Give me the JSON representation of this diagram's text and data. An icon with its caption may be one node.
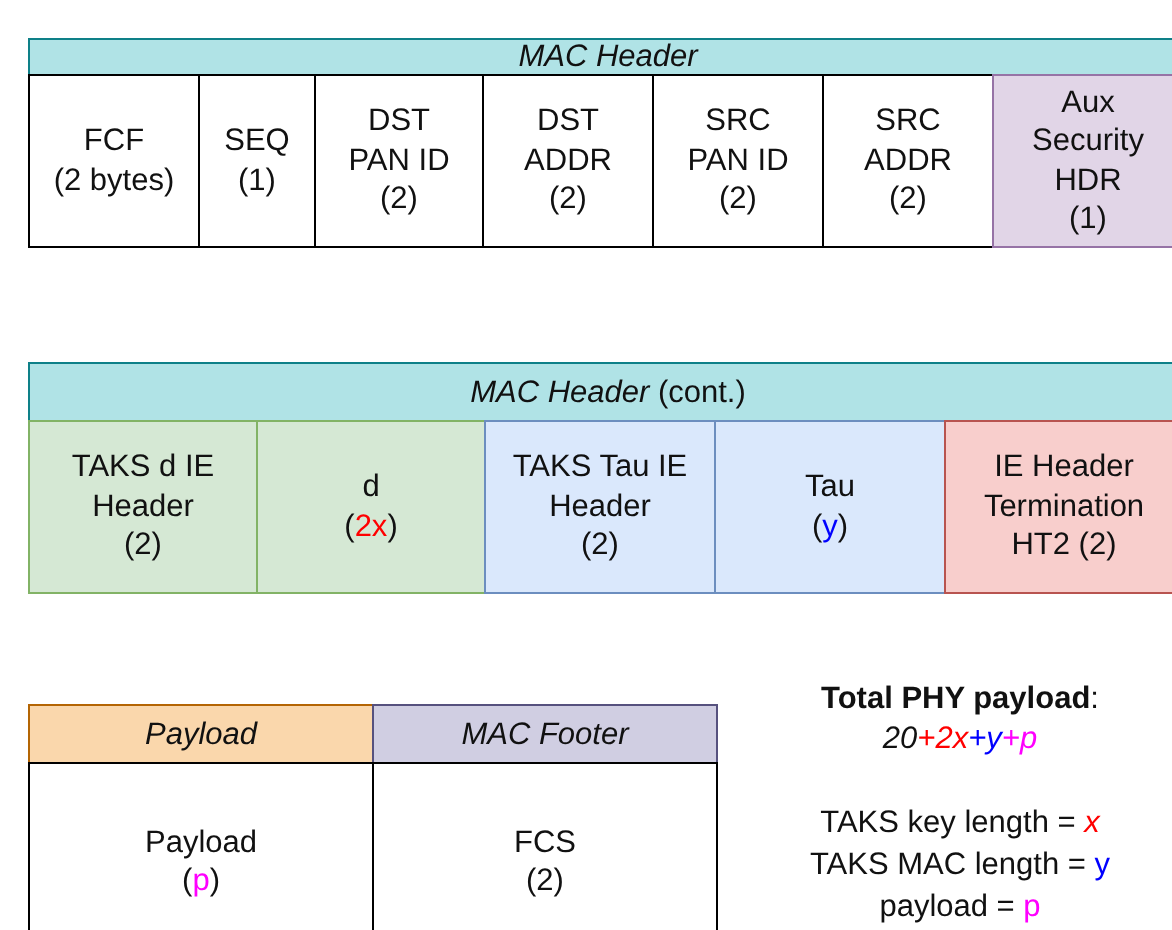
{
  "diagram": {
    "nodes": [
      {
        "text": [
          "MAC Header"
        ]
      },
      {
        "text": [
          "FCF",
          "(2 bytes)"
        ]
      },
      {
        "text": [
          "SEQ",
          "(1)"
        ]
      },
      {
        "text": [
          "DST PAN ID",
          "(2)"
        ]
      },
      {
        "text": [
          "DST ADDR",
          "(2)"
        ]
      },
      {
        "text": [
          "SRC PAN ID",
          "(2)"
        ]
      },
      {
        "text": [
          "SRC ADDR",
          "(2)"
        ]
      },
      {
        "text": [
          "Aux Security HDR",
          "(1)"
        ]
      },
      {
        "text": [
          "*MAC Header* (cont.)"
        ]
      },
      {
        "text": [
          "TAKS d IE Header",
          "(2)"
        ]
      },
      {
        "text": [
          "d",
          "(2x)"
        ]
      },
      {
        "text": [
          "TAKS Tau IE Header",
          "(2)"
        ]
      },
      {
        "text": [
          "Tau",
          "(y)"
        ]
      },
      {
        "text": [
          "IE Header Termination HT2 (2)"
        ]
      },
      {
        "text": [
          "Payload"
        ]
      },
      {
        "text": [
          "MAC Footer"
        ]
      },
      {
        "text": [
          "Payload",
          "(p)"
        ]
      },
      {
        "text": [
          "FCS",
          "(2)"
        ]
      }
    ],
    "labels": [
      "**Total PHY payload**:",
      "20+2x+y+p",
      "TAKS key length = x",
      "TAKS MAC length = y",
      "payload = p"
    ]
  }
}
